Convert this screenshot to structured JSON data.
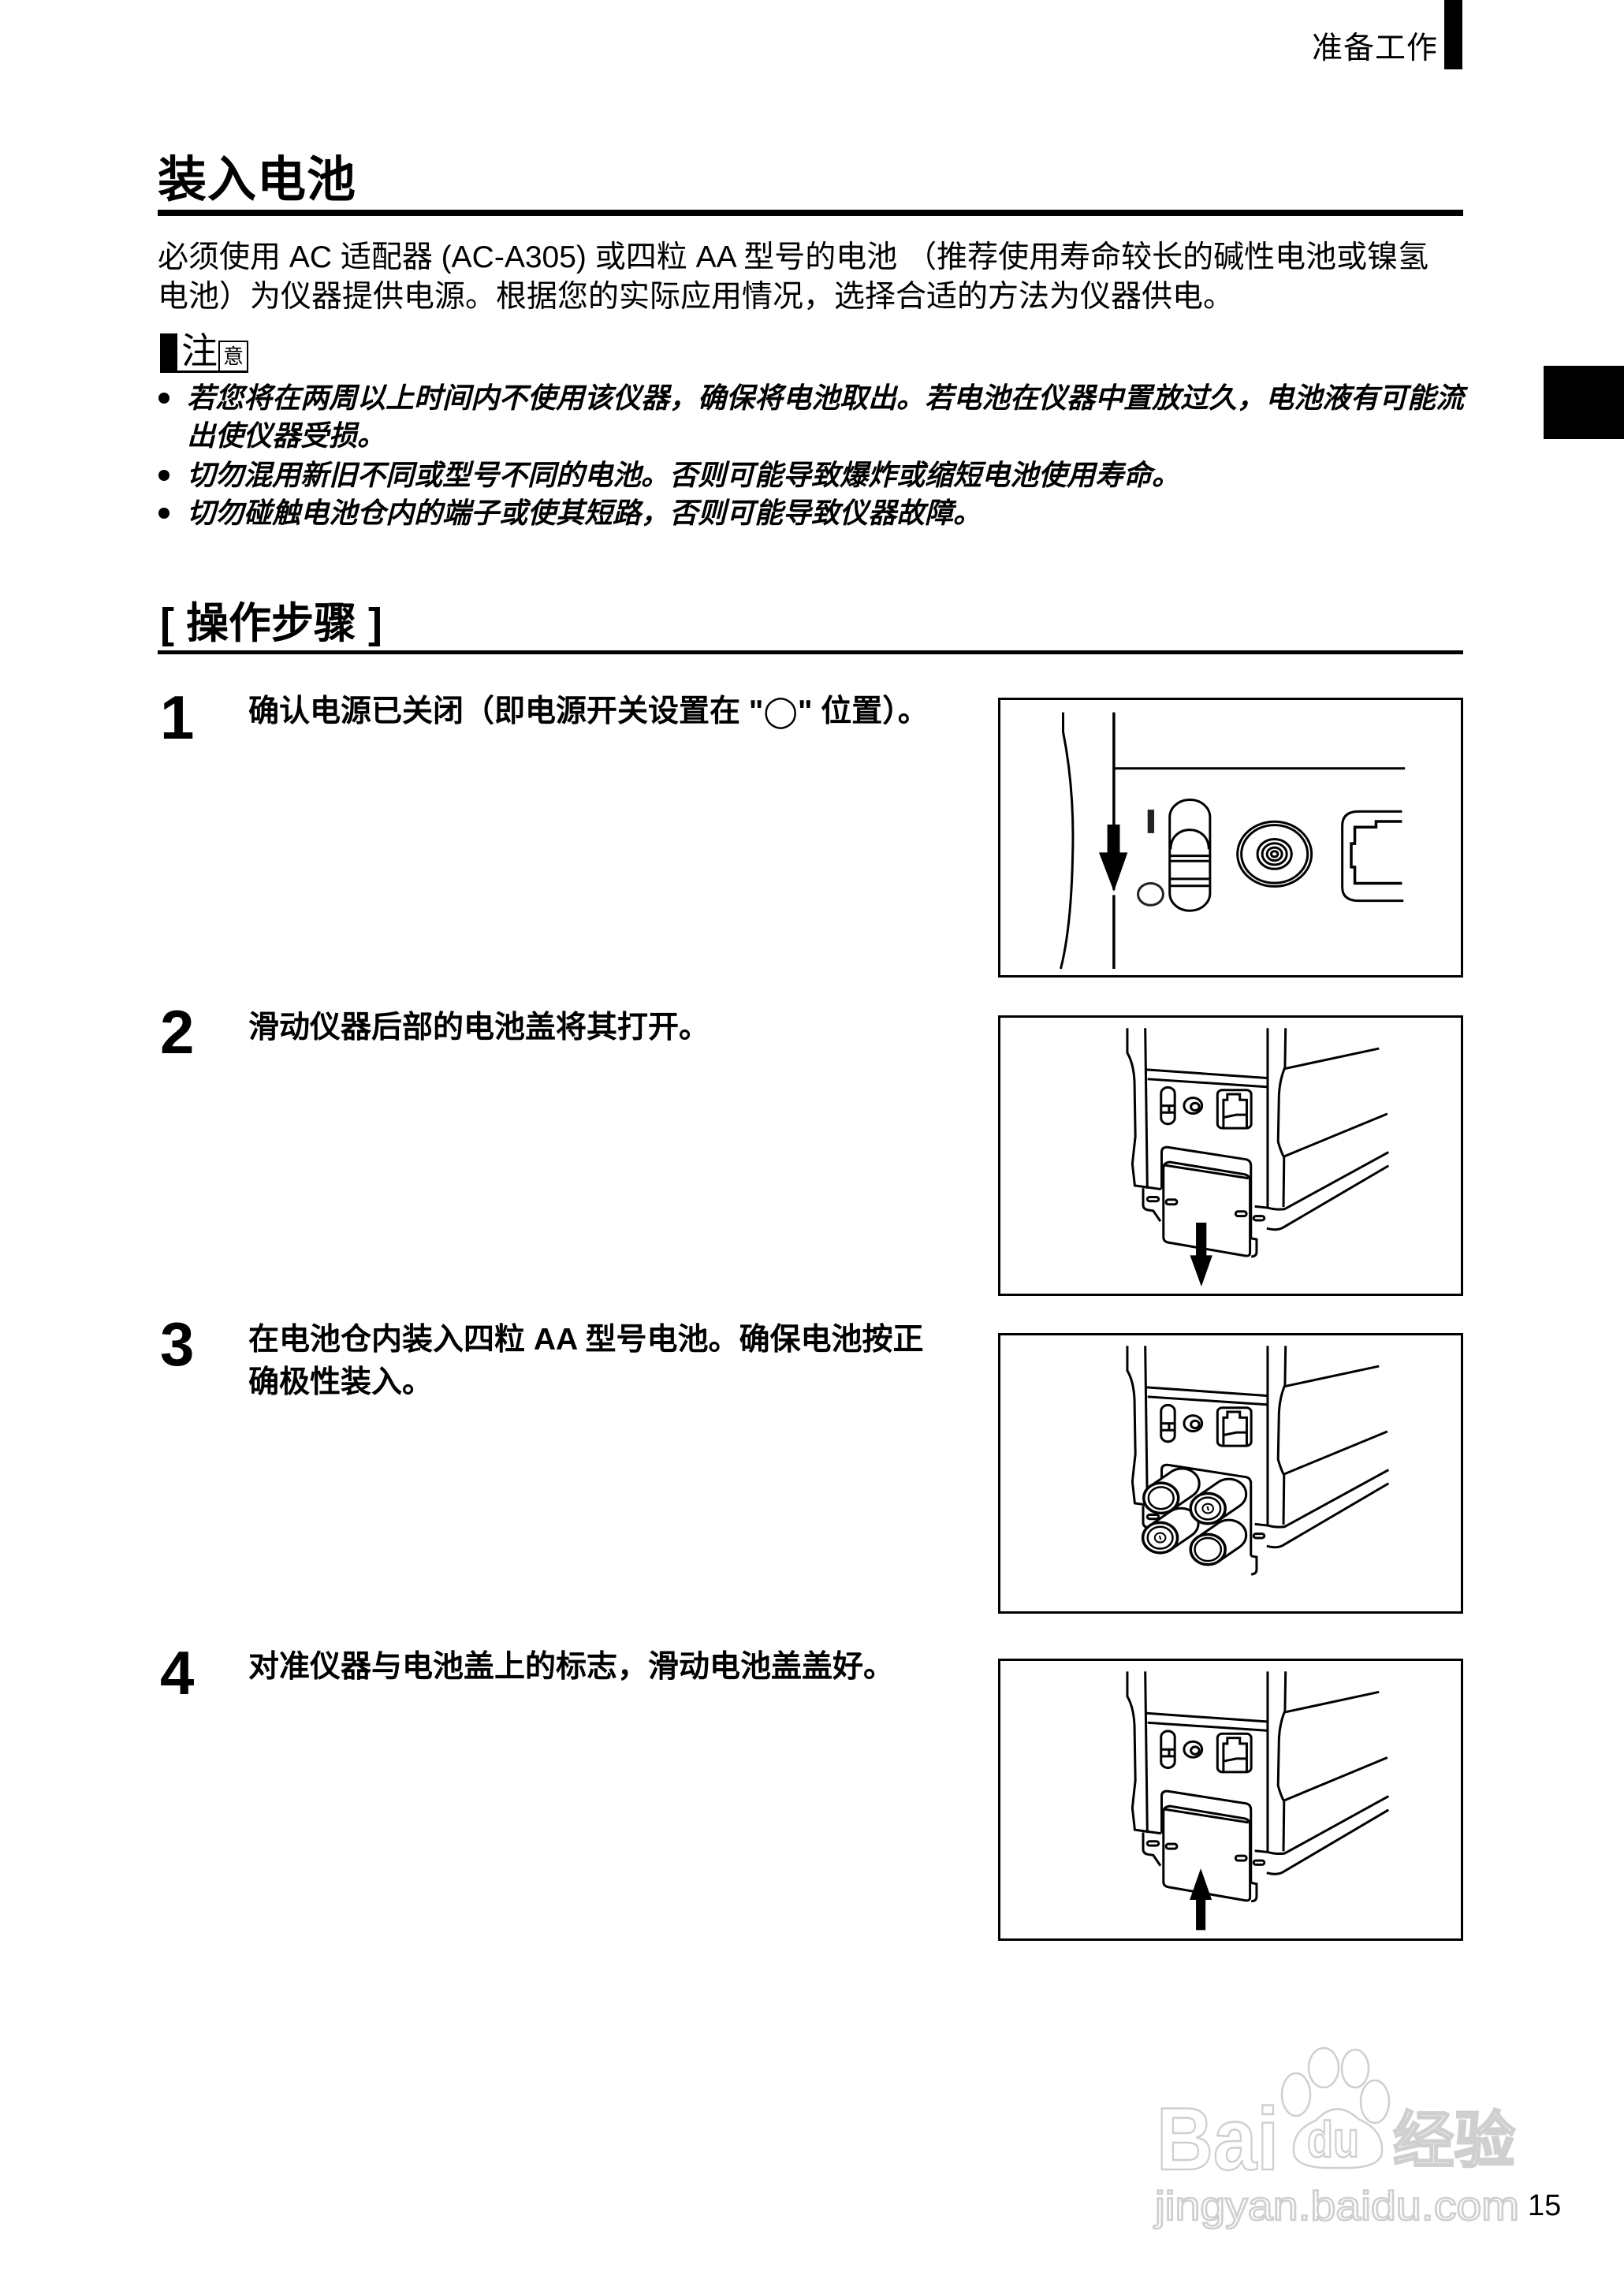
{
  "header": {
    "section_label": "准备工作"
  },
  "page": {
    "title": "装入电池",
    "page_number": "15"
  },
  "intro": {
    "lines": [
      "必须使用 AC 适配器 (AC-A305) 或四粒 AA 型号的电池 （推荐使用寿命较长的碱性电池或镍氢",
      "电池）为仪器提供电源。根据您的实际应用情况，选择合适的方法为仪器供电。"
    ]
  },
  "caution": {
    "label_main": "注",
    "label_sub": "意",
    "items": [
      {
        "lines": [
          "若您将在两周以上时间内不使用该仪器，确保将电池取出。若电池在仪器中置放过久，电池液有可能流",
          "出使仪器受损。"
        ]
      },
      {
        "lines": [
          "切勿混用新旧不同或型号不同的电池。否则可能导致爆炸或缩短电池使用寿命。"
        ]
      },
      {
        "lines": [
          "切勿碰触电池仓内的端子或使其短路，否则可能导致仪器故障。"
        ]
      }
    ]
  },
  "procedure": {
    "heading": "[ 操作步骤 ]",
    "steps": [
      {
        "number": "1",
        "lines": [
          "确认电源已关闭（即电源开关设置在 \"◯\" 位置）。"
        ],
        "illustration": "power-switch-off-down-arrow-icon"
      },
      {
        "number": "2",
        "lines": [
          "滑动仪器后部的电池盖将其打开。"
        ],
        "illustration": "battery-cover-slide-open-down-arrow-icon"
      },
      {
        "number": "3",
        "lines": [
          "在电池仓内装入四粒 AA 型号电池。确保电池按正",
          "确极性装入。"
        ],
        "illustration": "four-aa-batteries-inserted-icon"
      },
      {
        "number": "4",
        "lines": [
          "对准仪器与电池盖上的标志，滑动电池盖盖好。"
        ],
        "illustration": "battery-cover-slide-close-up-arrow-icon"
      }
    ]
  },
  "watermark": {
    "brand_left": "Bai",
    "brand_paw": "du",
    "brand_right": "经验",
    "url": "jingyan.baidu.com"
  },
  "colors": {
    "text": "#000000",
    "background": "#ffffff",
    "watermark_outline": "#cfcfcf",
    "chapter_tab": "#000000"
  }
}
